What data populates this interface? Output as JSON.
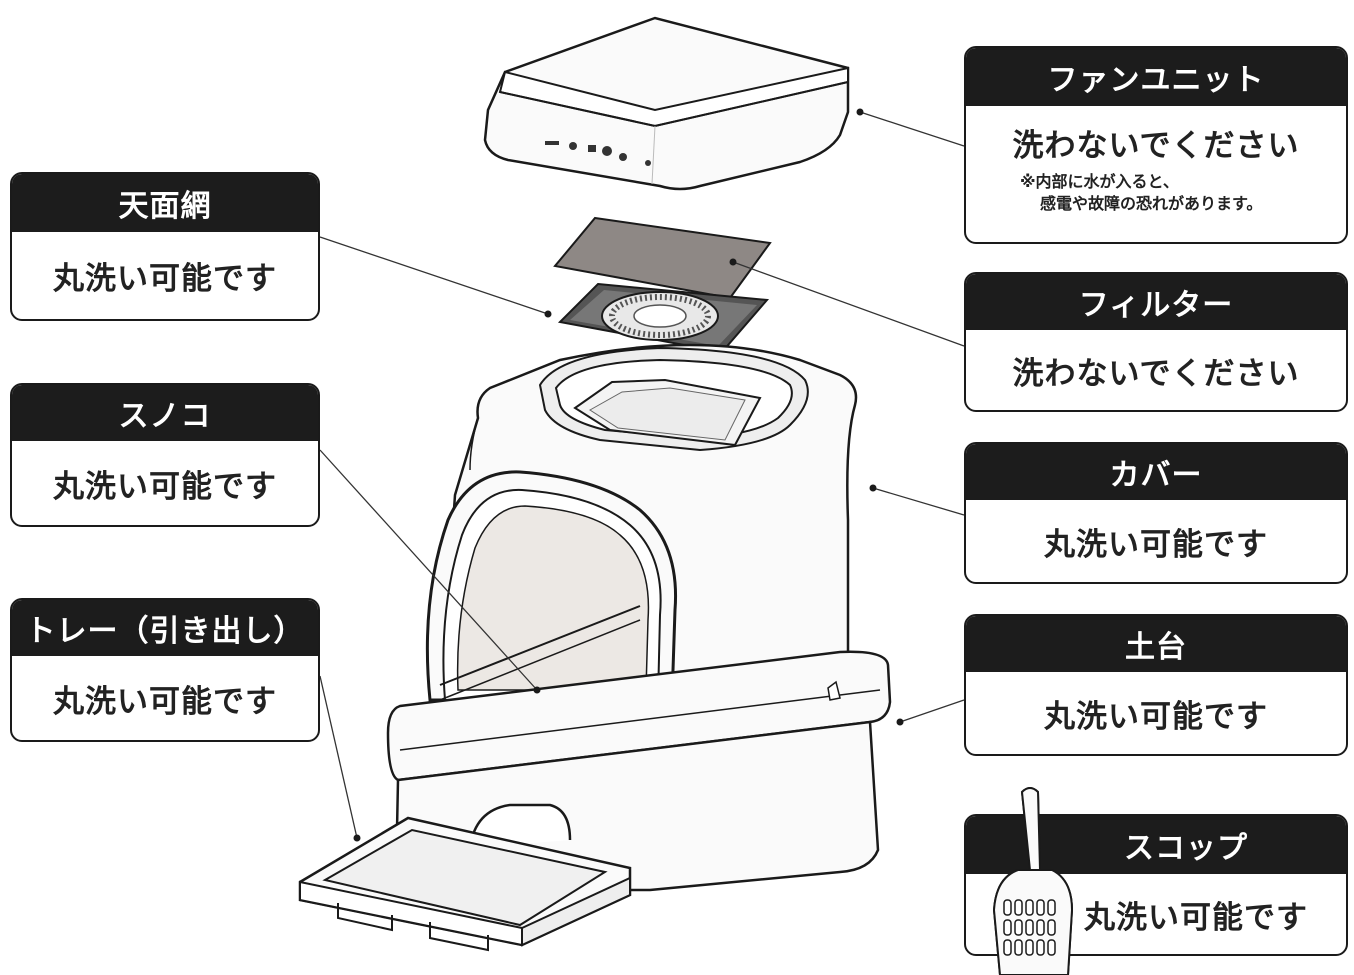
{
  "parts": [
    {
      "id": "top-mesh",
      "title": "天面網",
      "status": "丸洗い可能です"
    },
    {
      "id": "slatted-floor",
      "title": "スノコ",
      "status": "丸洗い可能です"
    },
    {
      "id": "tray",
      "title": "トレー（引き出し）",
      "status": "丸洗い可能です"
    },
    {
      "id": "fan-unit",
      "title": "ファンユニット",
      "status": "洗わないでください",
      "note_lines": [
        "※内部に水が入ると、",
        "感電や故障の恐れがあります。"
      ]
    },
    {
      "id": "filter",
      "title": "フィルター",
      "status": "洗わないでください"
    },
    {
      "id": "cover",
      "title": "カバー",
      "status": "丸洗い可能です"
    },
    {
      "id": "base",
      "title": "土台",
      "status": "丸洗い可能です"
    },
    {
      "id": "scoop",
      "title": "スコップ",
      "status": "丸洗い可能です"
    }
  ],
  "colors": {
    "header_bg": "#1c1c1c",
    "header_text": "#ffffff",
    "outline": "#1a1a1a",
    "filter_fill": "#8e8885",
    "interior_fill": "#ece8e4"
  }
}
